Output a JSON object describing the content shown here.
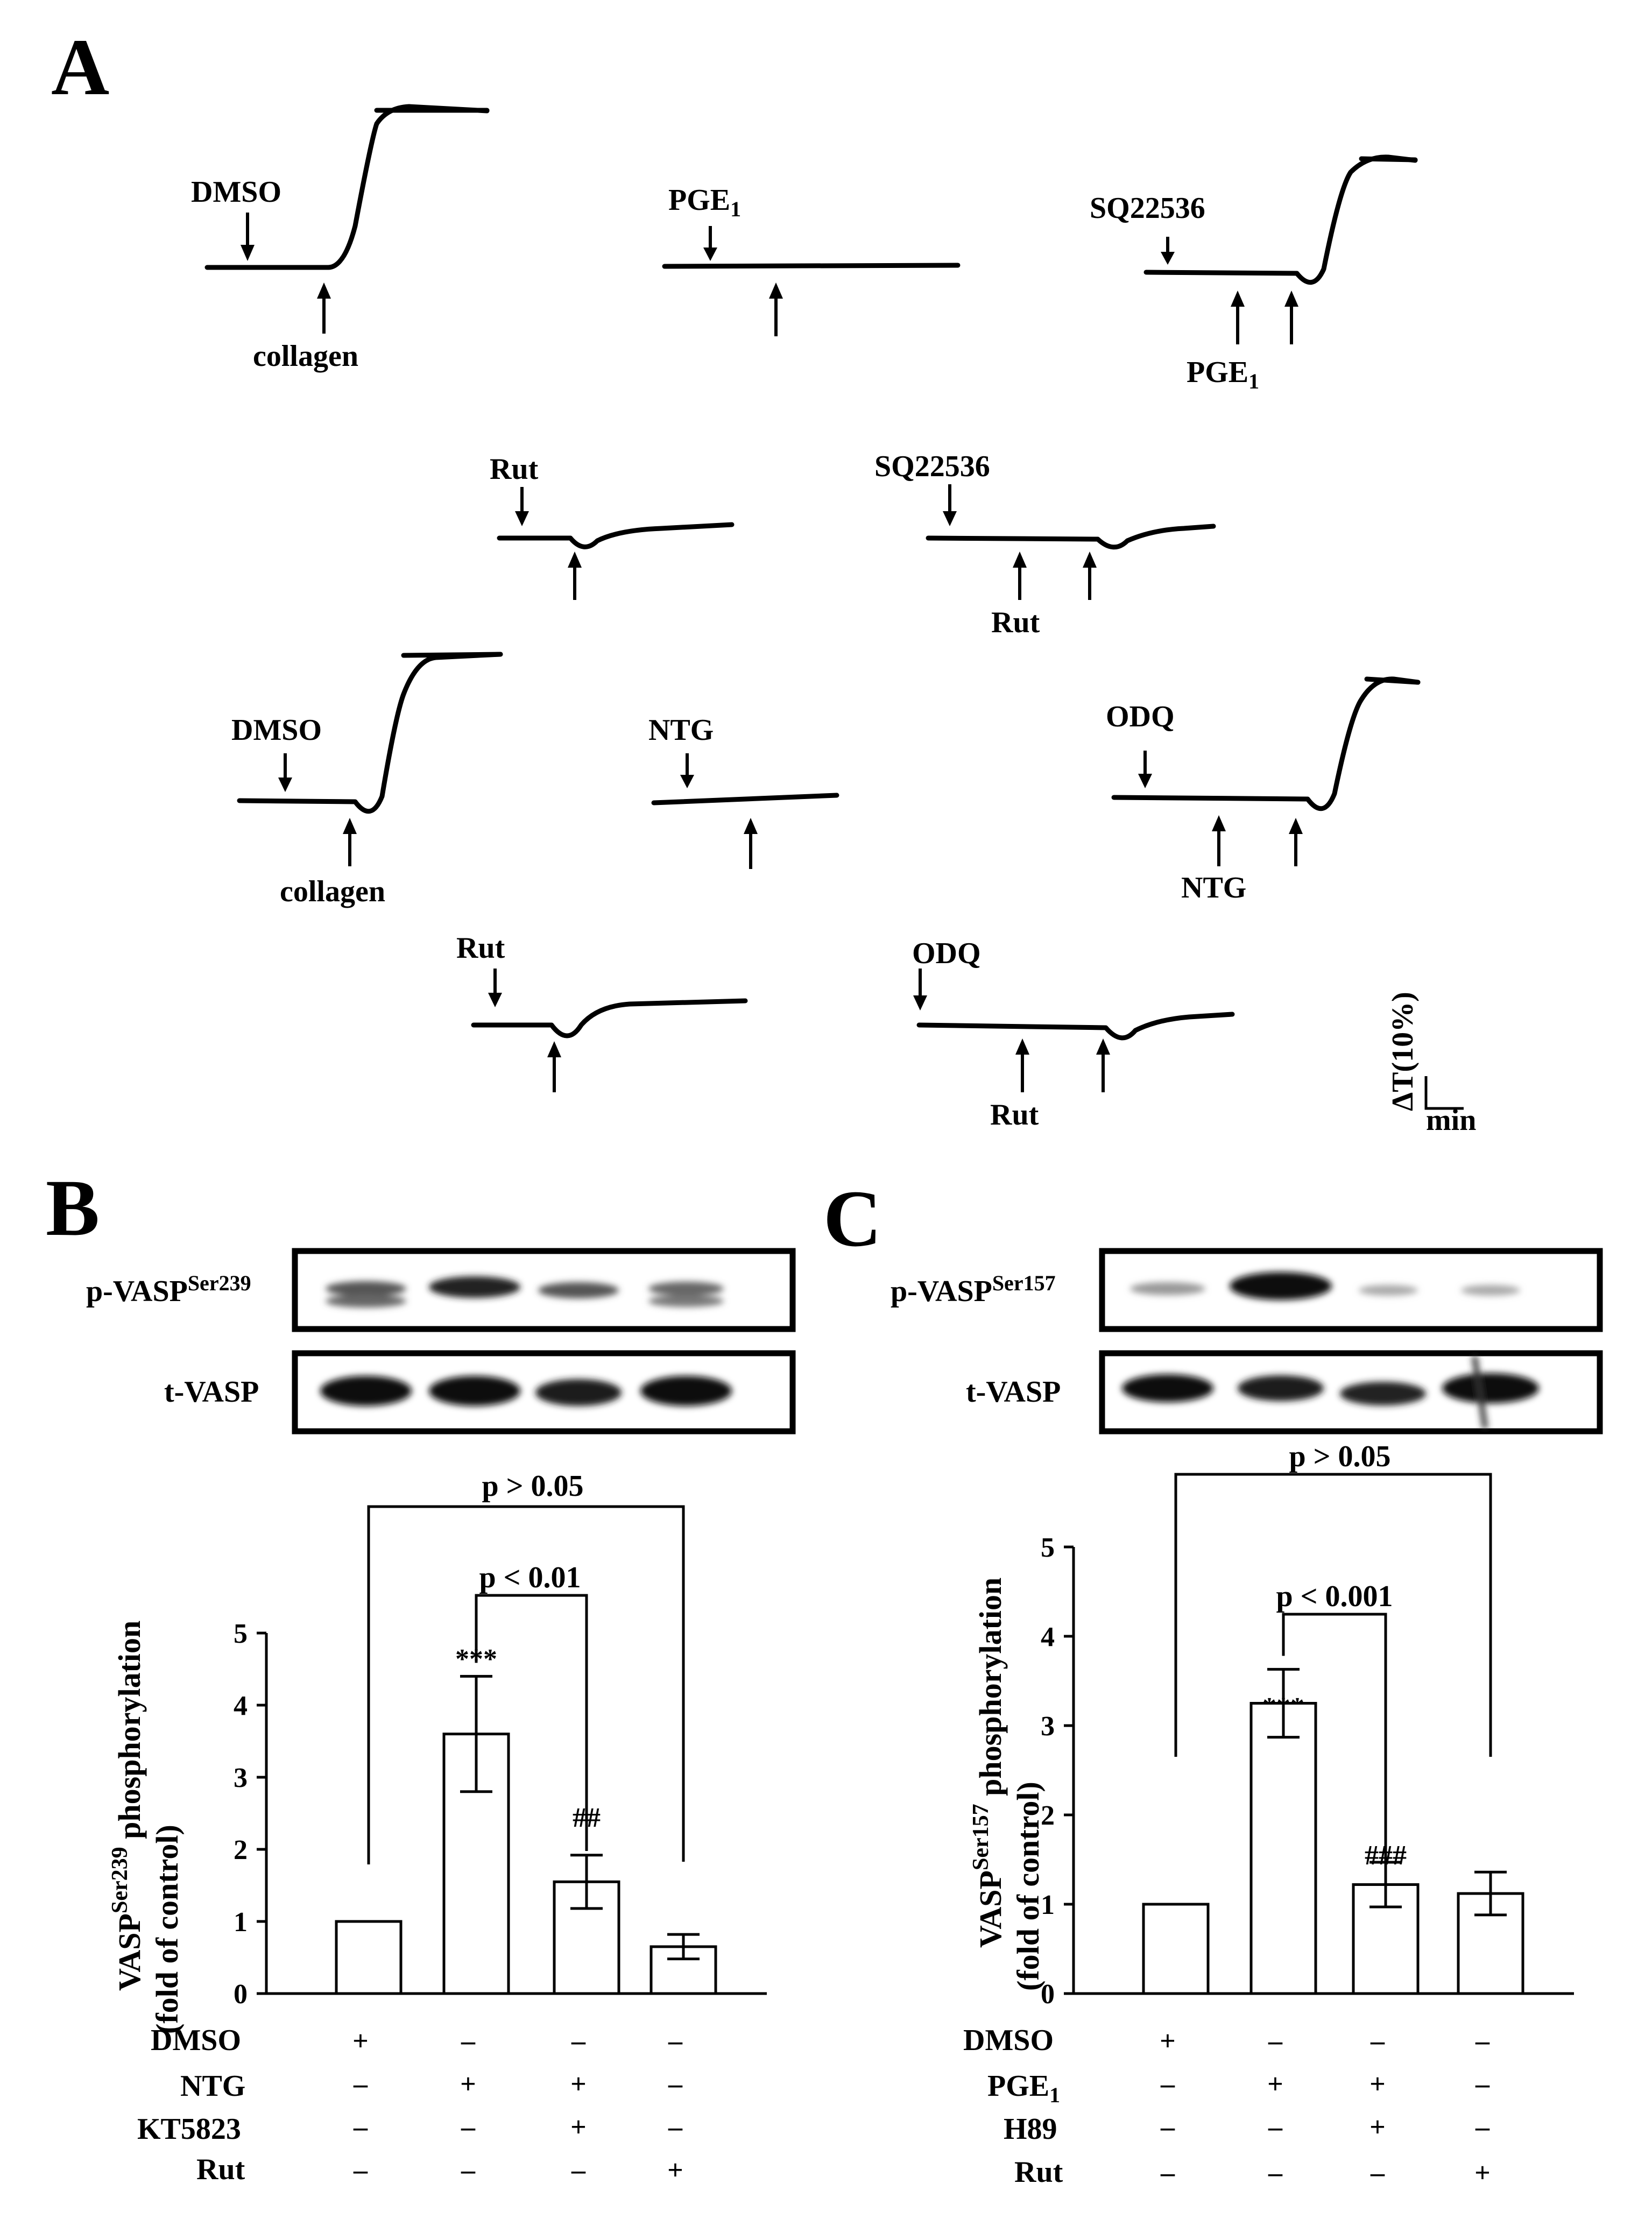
{
  "panels": {
    "A": {
      "letter": "A",
      "traces": [
        {
          "agent": "DMSO",
          "secondary": "",
          "stimulus": "collagen",
          "response": "aggregation"
        },
        {
          "agent": "PGE1",
          "secondary": "",
          "stimulus": "",
          "response": "none"
        },
        {
          "agent": "SQ22536",
          "secondary": "PGE1",
          "stimulus": "",
          "response": "aggregation"
        },
        {
          "agent": "Rut",
          "secondary": "",
          "stimulus": "",
          "response": "shape-change"
        },
        {
          "agent": "SQ22536",
          "secondary": "Rut",
          "stimulus": "",
          "response": "shape-change"
        },
        {
          "agent": "DMSO",
          "secondary": "",
          "stimulus": "collagen",
          "response": "aggregation"
        },
        {
          "agent": "NTG",
          "secondary": "",
          "stimulus": "",
          "response": "none"
        },
        {
          "agent": "ODQ",
          "secondary": "NTG",
          "stimulus": "",
          "response": "aggregation"
        },
        {
          "agent": "Rut",
          "secondary": "",
          "stimulus": "",
          "response": "shape-change"
        },
        {
          "agent": "ODQ",
          "secondary": "Rut",
          "stimulus": "",
          "response": "shape-change"
        }
      ],
      "scale_bar": {
        "y_label": "ΔT(10%)",
        "x_label": "min"
      }
    },
    "B": {
      "letter": "B",
      "blot_labels": [
        "p-VASP",
        "Ser239",
        "t-VASP"
      ],
      "treatments": [
        {
          "name": "DMSO",
          "signs": [
            "+",
            "–",
            "–",
            "–"
          ]
        },
        {
          "name": "NTG",
          "signs": [
            "–",
            "+",
            "+",
            "–"
          ]
        },
        {
          "name": "KT5823",
          "signs": [
            "–",
            "–",
            "+",
            "–"
          ]
        },
        {
          "name": "Rut",
          "signs": [
            "–",
            "–",
            "–",
            "+"
          ]
        }
      ],
      "brackets": [
        "p > 0.05",
        "p < 0.01"
      ],
      "annotations": [
        "***",
        "##"
      ]
    },
    "C": {
      "letter": "C",
      "blot_labels": [
        "p-VASP",
        "Ser157",
        "t-VASP"
      ],
      "treatments": [
        {
          "name": "DMSO",
          "signs": [
            "+",
            "–",
            "–",
            "–"
          ]
        },
        {
          "name": "PGE",
          "sub": "1",
          "signs": [
            "–",
            "+",
            "+",
            "–"
          ]
        },
        {
          "name": "H89",
          "signs": [
            "–",
            "–",
            "+",
            "–"
          ]
        },
        {
          "name": "Rut",
          "signs": [
            "–",
            "–",
            "–",
            "+"
          ]
        }
      ],
      "brackets": [
        "p > 0.05",
        "p < 0.001"
      ],
      "annotations": [
        "***",
        "###"
      ]
    }
  },
  "chart_data": [
    {
      "type": "bar",
      "panel": "B",
      "categories": [
        "DMSO",
        "NTG",
        "NTG+KT5823",
        "Rut"
      ],
      "values": [
        1.0,
        3.6,
        1.55,
        0.65
      ],
      "errors": [
        0,
        0.8,
        0.37,
        0.17
      ],
      "ylabel_parts": [
        "VASP",
        "Ser239",
        " phosphorylation",
        "(fold of control)"
      ],
      "ylim": [
        0,
        5
      ],
      "yticks": [
        "0",
        "1",
        "2",
        "3",
        "4",
        "5"
      ],
      "grid": false
    },
    {
      "type": "bar",
      "panel": "C",
      "categories": [
        "DMSO",
        "PGE1",
        "PGE1+H89",
        "Rut"
      ],
      "values": [
        1.0,
        3.25,
        1.22,
        1.12
      ],
      "errors": [
        0,
        0.38,
        0.25,
        0.24
      ],
      "ylabel_parts": [
        "VASP",
        "Ser157",
        " phosphorylation",
        "(fold of control)"
      ],
      "ylim": [
        0,
        5
      ],
      "yticks": [
        "0",
        "1",
        "2",
        "3",
        "4",
        "5"
      ],
      "grid": false
    }
  ]
}
